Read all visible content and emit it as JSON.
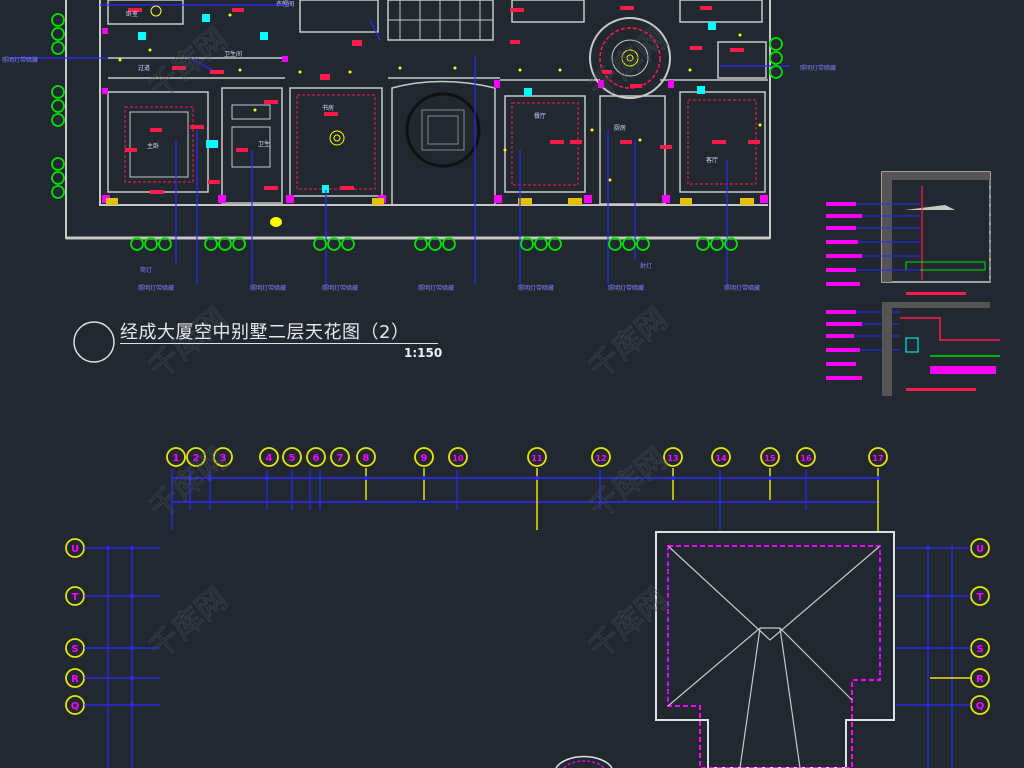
{
  "drawing": {
    "title": "经成大厦空中别墅二层天花图（2）",
    "scale": "1:150",
    "grid_columns": [
      "1",
      "2",
      "3",
      "4",
      "5",
      "6",
      "7",
      "8",
      "9",
      "10",
      "11",
      "12",
      "13",
      "14",
      "15",
      "16",
      "17"
    ],
    "grid_rows": [
      "U",
      "T",
      "S",
      "R",
      "Q"
    ],
    "rooms": [
      "卧室",
      "过道",
      "主卧",
      "卫生间",
      "书房",
      "餐厅",
      "客厅",
      "厨房",
      "卫生",
      "衣帽间"
    ],
    "watermark": "千库网"
  },
  "colors": {
    "background": "#212830",
    "wall": "#c8c8c8",
    "annotation": "#ff1a4a",
    "magenta": "#ff00ff",
    "blue_line": "#2424ff",
    "grid_bubble": "#ff00ff",
    "grid_line": "#e6e600",
    "green": "#00e000",
    "cyan": "#00ffff",
    "yellow": "#ffff00"
  }
}
